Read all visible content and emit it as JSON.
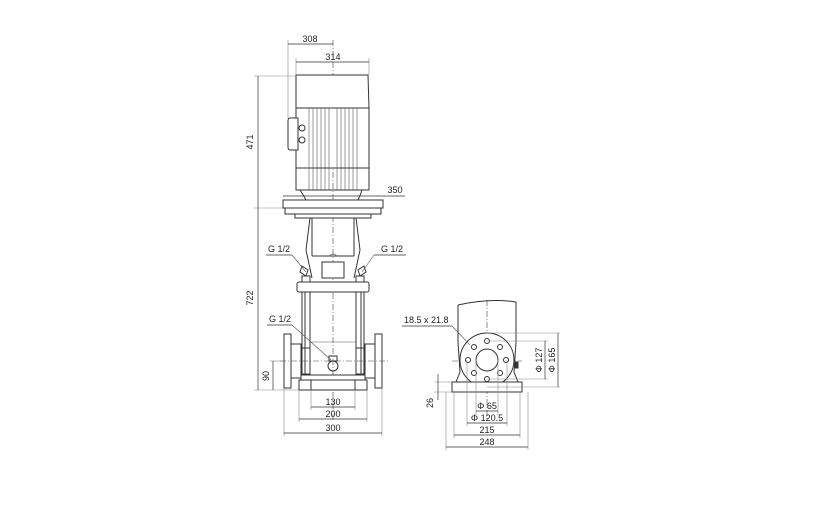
{
  "drawing": {
    "type": "Pump dimensional drawing",
    "views": [
      "front-elevation",
      "side-elevation"
    ],
    "line_color": "#333333",
    "background": "#ffffff"
  },
  "front_view": {
    "dimensions": {
      "motor_width_half": "308",
      "motor_width": "314",
      "motor_height": "471",
      "flange_width": "350",
      "pump_height": "722",
      "port_height": "90",
      "base_inner": "130",
      "base_mid": "200",
      "base_outer": "300"
    },
    "callouts": {
      "vent_left": "G 1/2",
      "vent_right": "G 1/2",
      "drain": "G 1/2"
    }
  },
  "side_view": {
    "dimensions": {
      "bolt_slot": "18.5 x 21.8",
      "bolt_circle_inner": "Φ 127",
      "flange_outer": "Φ 165",
      "base_height": "26",
      "port_diameter": "Φ 65",
      "bolt_circle": "Φ 120.5",
      "base_inner": "215",
      "base_outer": "248"
    }
  }
}
